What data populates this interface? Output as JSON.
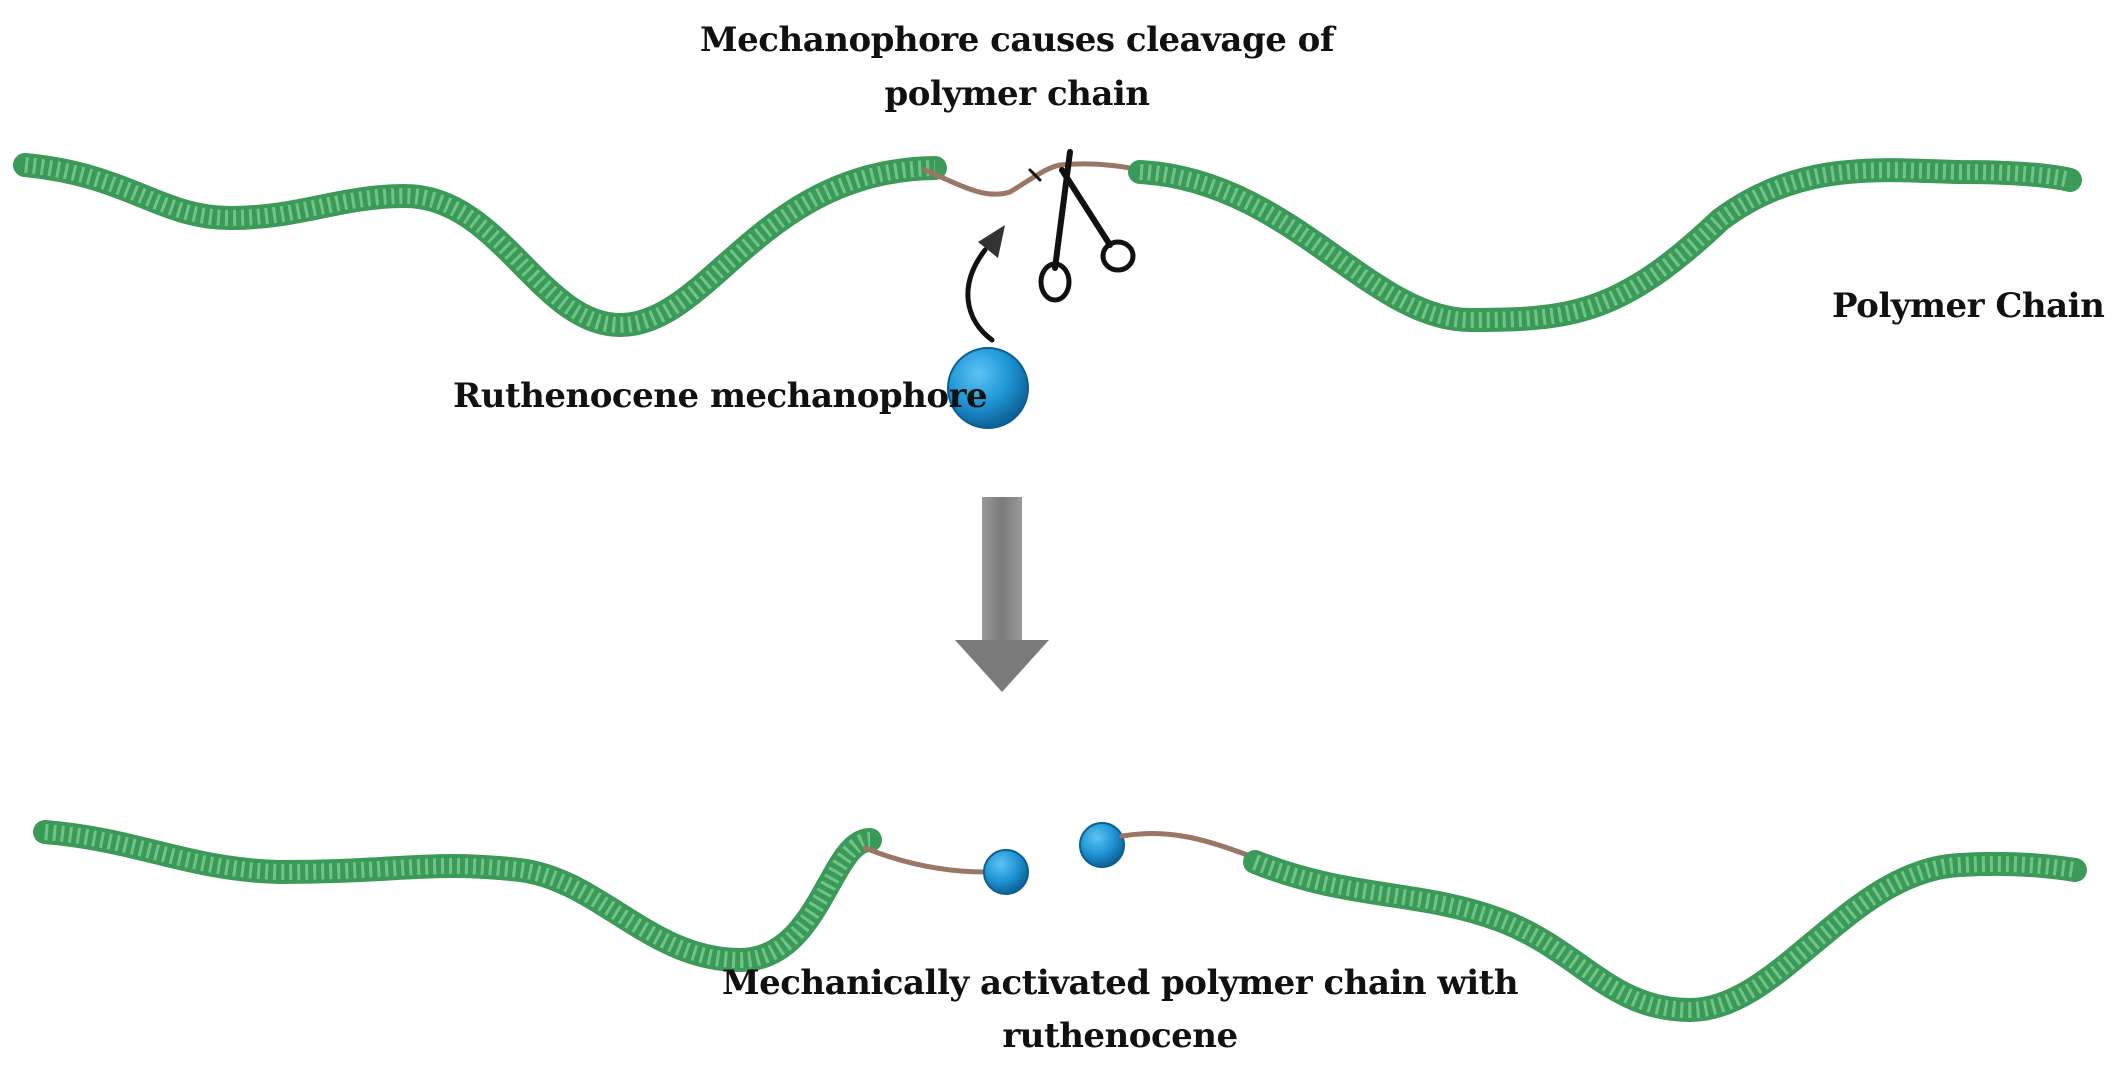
{
  "labels": {
    "cleavage_line1": "Mechanophore causes cleavage of",
    "cleavage_line2": "polymer chain",
    "polymer_chain": "Polymer Chain",
    "ruthenocene_mechanophore": "Ruthenocene mechanophore",
    "activated_line1": "Mechanically activated polymer chain with",
    "activated_line2": "ruthenocene"
  },
  "colors": {
    "polymer_green": "#3c9a58",
    "polymer_highlight": "#6fc588",
    "linker_brown": "#9a7664",
    "mechanophore_blue": "#1f96d6",
    "mechanophore_dark": "#0c5f93",
    "process_arrow": "#858585"
  },
  "icons": [
    "scissors-icon",
    "curved-arrow-icon",
    "down-arrow-icon"
  ]
}
